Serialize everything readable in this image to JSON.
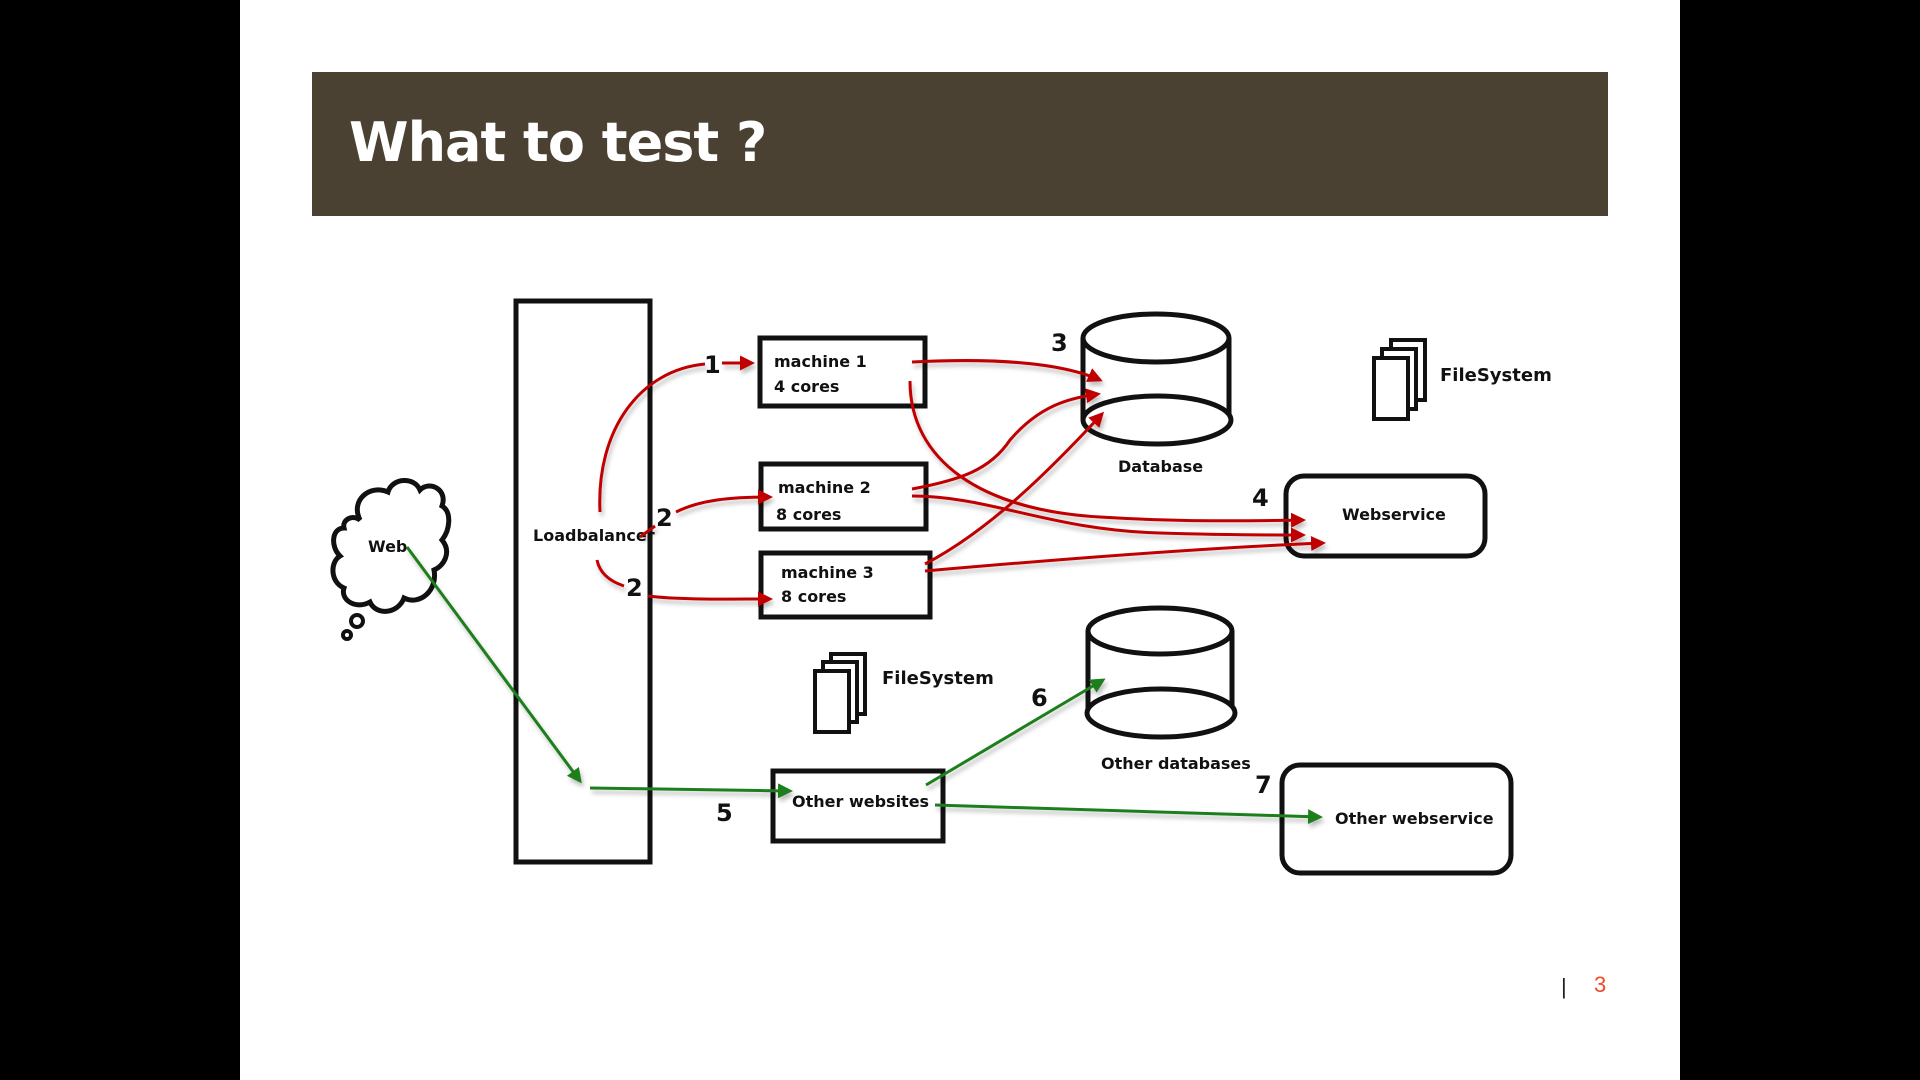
{
  "slide": {
    "title": "What to test ?",
    "page_separator": "|",
    "page_number": "3"
  },
  "colors": {
    "title_bar": "#4A4132",
    "request_arrow": "#C00000",
    "external_arrow": "#1E7F1E",
    "page_number": "#F04A2A"
  },
  "diagram": {
    "nodes": {
      "web": {
        "label": "Web",
        "icon": "cloud-icon"
      },
      "loadbalancer": {
        "label": "Loadbalancer"
      },
      "machine1": {
        "line1": "machine 1",
        "line2": "4 cores"
      },
      "machine2": {
        "line1": "machine 2",
        "line2": "8 cores"
      },
      "machine3": {
        "line1": "machine 3",
        "line2": "8 cores"
      },
      "database": {
        "label": "Database",
        "icon": "database-icon"
      },
      "filesystem_top": {
        "label": "FileSystem",
        "icon": "files-icon"
      },
      "webservice": {
        "label": "Webservice"
      },
      "filesystem_bottom": {
        "label": "FileSystem",
        "icon": "files-icon"
      },
      "other_databases": {
        "label": "Other databases",
        "icon": "database-icon"
      },
      "other_websites": {
        "label": "Other websites"
      },
      "other_webservice": {
        "label": "Other webservice"
      }
    },
    "step_labels": {
      "s1": "1",
      "s2a": "2",
      "s2b": "2",
      "s3": "3",
      "s4": "4",
      "s5": "5",
      "s6": "6",
      "s7": "7"
    },
    "edges": [
      {
        "from": "loadbalancer",
        "to": "machine1",
        "label": "1",
        "color": "red"
      },
      {
        "from": "loadbalancer",
        "to": "machine2",
        "label": "2",
        "color": "red"
      },
      {
        "from": "loadbalancer",
        "to": "machine3",
        "label": "2",
        "color": "red"
      },
      {
        "from": "machine1",
        "to": "database",
        "color": "red"
      },
      {
        "from": "machine2",
        "to": "database",
        "color": "red"
      },
      {
        "from": "machine3",
        "to": "database",
        "color": "red"
      },
      {
        "from": "machine1",
        "to": "webservice",
        "color": "red"
      },
      {
        "from": "machine2",
        "to": "webservice",
        "color": "red"
      },
      {
        "from": "machine3",
        "to": "webservice",
        "color": "red"
      },
      {
        "from": "web",
        "to": "loadbalancer",
        "color": "green"
      },
      {
        "from": "loadbalancer",
        "to": "other_websites",
        "label": "5",
        "color": "green"
      },
      {
        "from": "other_websites",
        "to": "other_databases",
        "label": "6",
        "color": "green"
      },
      {
        "from": "other_websites",
        "to": "other_webservice",
        "label": "7",
        "color": "green"
      }
    ]
  }
}
